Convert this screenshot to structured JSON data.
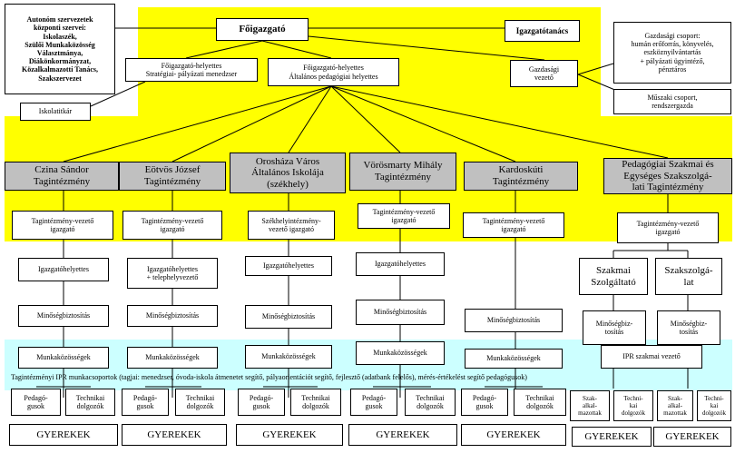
{
  "colors": {
    "yellow": "#ffff00",
    "cyan": "#ccffff",
    "tag_gray": "#c0c0c0"
  },
  "top": {
    "autonomous": "Autonóm szervezetek\nközponti szervei:\nIskolaszék,\nSzülői Munkaközösség\nVálasztmánya,\nDiákönkormányzat,\nKözalkalmazotti Tanács,\nSzakszervezet",
    "director": "Főigazgató",
    "board": "Igazgatótanács",
    "deputy_strategic": "Főigazgató-helyettes\nStratégiai- pályázati menedzser",
    "deputy_pedagogical": "Főigazgató-helyettes\nÁltalános pedagógiai helyettes",
    "economic_leader": "Gazdasági\nvezető",
    "economic_group": "Gazdasági csoport:\nhumán erőforrás, könyvelés,\neszköznyilvántartás\n+ pályázati ügyintéző,\npénztáros",
    "technical_group": "Műszaki csoport,\nrendszergazda",
    "secretariat": "Iskolatitkár"
  },
  "units": [
    {
      "name": "Czina Sándor\nTagintézmény",
      "head": "Tagintézmény-vezető\nigazgató",
      "deputy": "Igazgatóhelyettes",
      "quality": "Minőségbiztosítás",
      "teams": "Munkaközösségek"
    },
    {
      "name": "Eötvös József\nTagintézmény",
      "head": "Tagintézmény-vezető\nigazgató",
      "deputy": "Igazgatóhelyettes\n+ telephelyvezető",
      "quality": "Minőségbiztosítás",
      "teams": "Munkaközösségek"
    },
    {
      "name": "Orosháza Város\nÁltalános Iskolája\n(székhely)",
      "head": "Székhelyintézmény-\nvezető igazgató",
      "deputy": "Igazgatóhelyettes",
      "quality": "Minőségbiztosítás",
      "teams": "Munkaközösségek"
    },
    {
      "name": "Vörösmarty Mihály\nTagintézmény",
      "head": "Tagintézmény-vezető\nigazgató",
      "deputy": "Igazgatóhelyettes",
      "quality": "Minőségbiztosítás",
      "teams": "Munkaközösségek"
    },
    {
      "name": "Kardoskúti\nTagintézmény",
      "head": "Tagintézmény-vezető\nigazgató",
      "deputy": "",
      "quality": "Minőségbiztosítás",
      "teams": "Munkaközösségek"
    }
  ],
  "special_unit": {
    "name": "Pedagógiai Szakmai és\nEgységes Szakszolgá-\nlati Tagintézmény",
    "head": "Tagintézmény-vezető\nigazgató",
    "service_a": "Szakmai\nSzolgáltató",
    "service_b": "Szakszolgá-\nlat",
    "quality_a": "Minőségbiz-\ntosítás",
    "quality_b": "Minőségbiz-\ntosítás",
    "ipr": "IPR szakmai vezető",
    "staff": [
      "Szak-\nalkal-\nmazottak",
      "Techni-\nkai\ndolgozók",
      "Szak-\nalkal-\nmazottak",
      "Techni-\nkai\ndolgozók"
    ]
  },
  "ipr_strip": "Tagintézményi IPR munkacsoportok (tagjai: menedzser, óvoda-iskola átmenetet segítő, pályaorientációt segítő, fejlesztő (adatbank felelős), mérés-értékelést segítő pedagógusok)",
  "staff_labels": {
    "teachers": "Pedagó-\ngusok",
    "technical": "Technikai\ndolgozók"
  },
  "children": "GYEREKEK"
}
